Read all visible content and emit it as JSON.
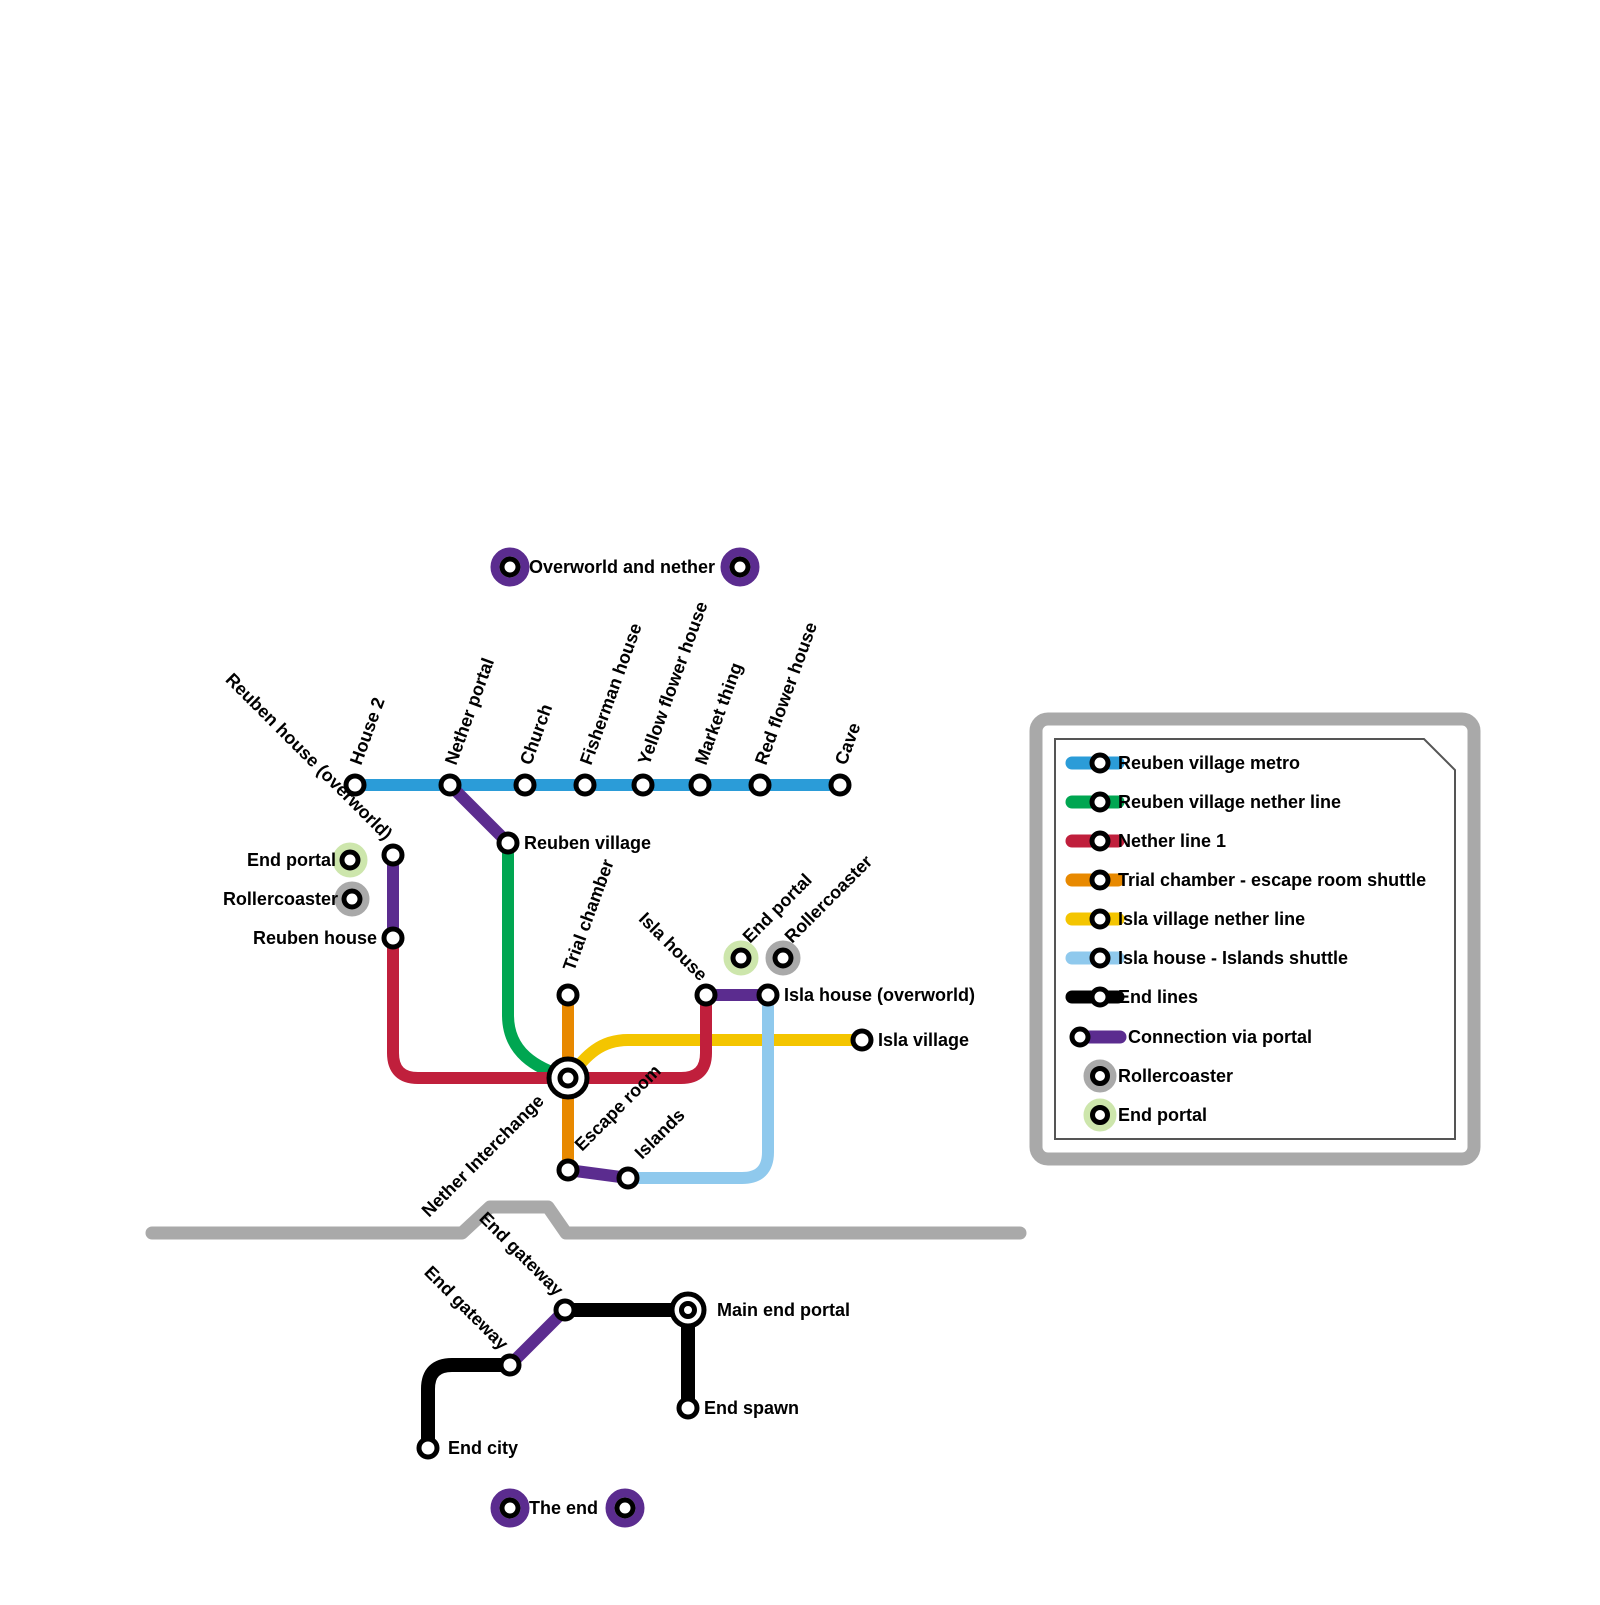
{
  "colors": {
    "blue": "#2B9CD8",
    "green": "#00A651",
    "red": "#C01F3C",
    "orange": "#E88900",
    "yellow": "#F4C500",
    "lightblue": "#8FC9ED",
    "black": "#000000",
    "purple": "#5B2C8F",
    "gray": "#A9A9A9",
    "palegreen": "#CDE6AC"
  },
  "markers": {
    "overworld_and_nether": "Overworld and nether",
    "the_end": "The end"
  },
  "stations": {
    "house_2": "House 2",
    "nether_portal": "Nether portal",
    "church": "Church",
    "fisherman_house": "Fisherman house",
    "yellow_flower_house": "Yellow flower house",
    "market_thing": "Market thing",
    "red_flower_house": "Red flower house",
    "cave": "Cave",
    "reuben_house_overworld": "Reuben house (overworld)",
    "reuben_village": "Reuben village",
    "end_portal_left": "End portal",
    "rollercoaster_left": "Rollercoaster",
    "reuben_house": "Reuben house",
    "trial_chamber": "Trial chamber",
    "nether_interchange": "Nether Interchange",
    "escape_room": "Escape room",
    "islands": "Islands",
    "isla_house": "Isla house",
    "isla_house_overworld": "Isla house (overworld)",
    "end_portal_right": "End portal",
    "rollercoaster_right": "Rollercoaster",
    "isla_village": "Isla village",
    "end_gateway_upper": "End gateway",
    "end_gateway_lower": "End gateway",
    "main_end_portal": "Main end portal",
    "end_spawn": "End spawn",
    "end_city": "End city"
  },
  "legend": {
    "items": [
      {
        "label": "Reuben village metro",
        "color": "blue",
        "style": "line"
      },
      {
        "label": "Reuben village nether line",
        "color": "green",
        "style": "line"
      },
      {
        "label": "Nether line 1",
        "color": "red",
        "style": "line"
      },
      {
        "label": "Trial chamber - escape room shuttle",
        "color": "orange",
        "style": "line"
      },
      {
        "label": "Isla village nether line",
        "color": "yellow",
        "style": "line"
      },
      {
        "label": "Isla house - Islands shuttle",
        "color": "lightblue",
        "style": "line"
      },
      {
        "label": "End lines",
        "color": "black",
        "style": "line"
      },
      {
        "label": "Connection via portal",
        "color": "purple",
        "style": "line-ring"
      },
      {
        "label": "Rollercoaster",
        "color": "gray",
        "style": "ring"
      },
      {
        "label": "End portal",
        "color": "palegreen",
        "style": "ring"
      }
    ]
  }
}
